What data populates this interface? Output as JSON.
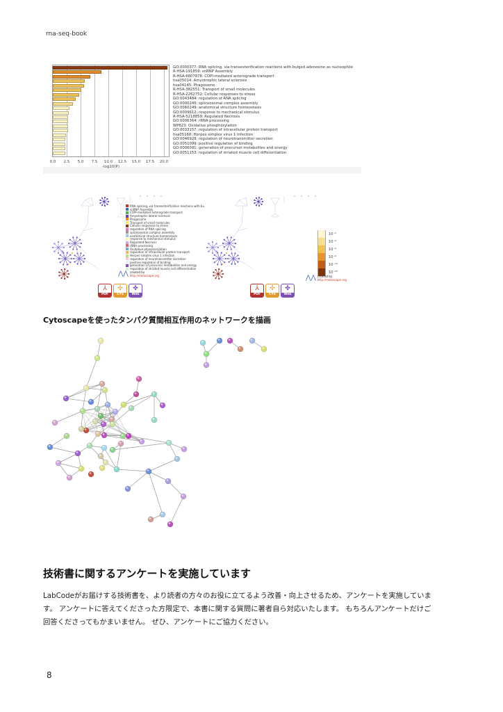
{
  "header": {
    "running_title": "rna-seq-book"
  },
  "chart_data": {
    "type": "bar",
    "orientation": "horizontal",
    "title": "",
    "xlabel": "-log10(P)",
    "ylabel": "",
    "xlim": [
      0,
      21
    ],
    "xticks": [
      "0.0",
      "2.5",
      "5.0",
      "7.5",
      "10.0",
      "12.5",
      "15.0",
      "17.5",
      "20.0"
    ],
    "grid": "vertical",
    "categories": [
      "GO:0000377: RNA splicing, via transesterification reactions with bulged adenosine as nucleophile",
      "R-HSA-191859: snRNP Assembly",
      "R-HSA-6807878: COPI-mediated anterograde transport",
      "hsa05014: Amyotrophic lateral sclerosis",
      "hsa04145: Phagosome",
      "R-HSA-382551: Transport of small molecules",
      "R-HSA-2262752: Cellular responses to stress",
      "GO:0043484: regulation of RNA splicing",
      "GO:0000245: spliceosomal complex assembly",
      "GO:0060249: anatomical structure homeostasis",
      "GO:0009612: response to mechanical stimulus",
      "R-HSA-5218859: Regulated Necrosis",
      "GO:0006364: rRNA processing",
      "WP623: Oxidative phosphorylation",
      "GO:0033157: regulation of intracellular protein transport",
      "hsa05168: Herpes simplex virus 1 infection",
      "GO:0046928: regulation of neurotransmitter secretion",
      "GO:0051099: positive regulation of binding",
      "GO:0006091: generation of precursor metabolites and energy",
      "GO:0051153: regulation of striated muscle cell differentiation"
    ],
    "values": [
      20.6,
      8.8,
      6.8,
      5.7,
      5.6,
      5.1,
      4.8,
      4.1,
      3.6,
      3.0,
      2.9,
      2.8,
      2.7,
      2.7,
      2.7,
      2.4,
      2.3,
      2.3,
      2.2,
      2.2
    ],
    "colors": [
      "#8b3a0f",
      "#e08a2c",
      "#e08a2c",
      "#edc05a",
      "#edc05a",
      "#edc05a",
      "#edc05a",
      "#edc05a",
      "#f3d98a",
      "#fbf2c4",
      "#fbf2c4",
      "#fbf2c4",
      "#fbf2c4",
      "#fbf2c4",
      "#fbf2c4",
      "#fbf2c4",
      "#fbf2c4",
      "#fbf2c4",
      "#fbf2c4",
      "#fbf2c4"
    ]
  },
  "network_figure": {
    "legend": [
      {
        "label": "RNA splicing, via transesterification reactions with bu",
        "color": "#c0392b"
      },
      {
        "label": "snRNP Assembly",
        "color": "#3f6fb5"
      },
      {
        "label": "COPI-mediated anterograde transport",
        "color": "#4caf50"
      },
      {
        "label": "Amyotrophic lateral sclerosis",
        "color": "#6a3fb0"
      },
      {
        "label": "Phagosome",
        "color": "#f08c1e"
      },
      {
        "label": "Transport of small molecules",
        "color": "#f5e663"
      },
      {
        "label": "Cellular responses to stress",
        "color": "#8b3a1e"
      },
      {
        "label": "regulation of RNA splicing",
        "color": "#e377c2"
      },
      {
        "label": "spliceosomal complex assembly",
        "color": "#999999"
      },
      {
        "label": "anatomical structure homeostasis",
        "color": "#9ecae1"
      },
      {
        "label": "response to mechanical stimulus",
        "color": "#fff3b0"
      },
      {
        "label": "Regulated Necrosis",
        "color": "#c5b0d5"
      },
      {
        "label": "rRNA processing",
        "color": "#e06666"
      },
      {
        "label": "Oxidative phosphorylation",
        "color": "#7fa7d6"
      },
      {
        "label": "regulation of intracellular protein transport",
        "color": "#f5b25c"
      },
      {
        "label": "Herpes simplex virus 1 infection",
        "color": "#b6e07a"
      },
      {
        "label": "regulation of neurotransmitter secretion",
        "color": "#f4c6d6"
      },
      {
        "label": "positive regulation of binding",
        "color": "#eeeeee"
      },
      {
        "label": "generation of precursor metabolites and energy",
        "color": "#7d4fc0"
      },
      {
        "label": "regulation of striated muscle cell differentiation",
        "color": "#d9ead3"
      }
    ],
    "colorbar": [
      {
        "label": "10⁻²",
        "color": "#fdf6d0"
      },
      {
        "label": "10⁻³",
        "color": "#f6df93"
      },
      {
        "label": "10⁻⁴",
        "color": "#efc153"
      },
      {
        "label": "10⁻⁶",
        "color": "#e6952a"
      },
      {
        "label": "10⁻¹⁰",
        "color": "#c25e17"
      },
      {
        "label": "10⁻²⁰",
        "color": "#7e330c"
      }
    ],
    "credit": {
      "line1": "created by",
      "line2": "http://metascape.org"
    },
    "downloads": [
      {
        "label": "PDF",
        "color": "#b03030"
      },
      {
        "label": "CYS",
        "color": "#e39a2d"
      },
      {
        "label": "Web",
        "color": "#7d4fb0"
      }
    ]
  },
  "caption": {
    "bold": "Cytoscape",
    "rest": "を使ったタンパク質間相互作用のネットワークを描画"
  },
  "survey": {
    "title": "技術書に関するアンケートを実施しています",
    "body": "LabCodeがお届けする技術書を、より読者の方々のお役に立てるよう改善・向上させるため、アンケートを実施しています。 アンケートに答えてくださった方限定で、本書に関する質問に著者自ら対応いたします。 もちろんアンケートだけご回答くださってもかまいません。 ぜひ、アンケートにご協力ください。"
  },
  "footer": {
    "page_number": "8"
  }
}
